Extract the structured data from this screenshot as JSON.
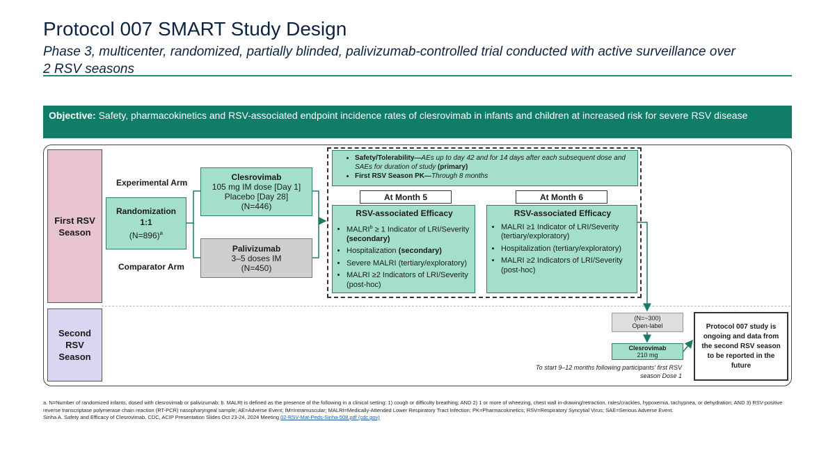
{
  "header": {
    "title": "Protocol 007 SMART Study Design",
    "subtitle": "Phase 3, multicenter, randomized, partially blinded, palivizumab-controlled trial conducted with active surveillance over 2 RSV seasons"
  },
  "objective": {
    "label": "Objective:",
    "text": "Safety, pharmacokinetics and RSV-associated endpoint incidence rates of clesrovimab in infants and children at increased risk for severe RSV disease"
  },
  "seasons": {
    "first": "First RSV Season",
    "second": "Second RSV Season"
  },
  "randomization": {
    "title": "Randomization",
    "ratio": "1:1",
    "n": "(N=896)",
    "sup": "a"
  },
  "arms": {
    "experimental_label": "Experimental Arm",
    "comparator_label": "Comparator Arm",
    "clesrovimab": {
      "title": "Clesrovimab",
      "line1": "105 mg IM dose [Day 1]",
      "line2": "Placebo [Day 28]",
      "n": "(N=446)"
    },
    "palivizumab": {
      "title": "Palivizumab",
      "line1": "3–5 doses IM",
      "n": "(N=450)"
    }
  },
  "safety": {
    "item1_bold": "Safety/Tolerability—",
    "item1_italic": "AEs up to day 42 and for 14 days after each subsequent dose and SAEs for duration of study",
    "item1_tag": "(primary)",
    "item2_bold": "First RSV Season PK—",
    "item2_italic": "Through 8 months"
  },
  "month5": {
    "label": "At Month 5",
    "heading": "RSV-associated Efficacy",
    "items": [
      {
        "text": "MALRI",
        "sup": "b",
        "rest": " ≥ 1 Indicator of LRI/Severity",
        "tag": "(secondary)"
      },
      {
        "text": "Hospitalization ",
        "tag": "(secondary)"
      },
      {
        "text": "Severe MALRI (tertiary/exploratory)"
      },
      {
        "text": "MALRI ≥2 Indicators of LRI/Severity (post-hoc)"
      }
    ]
  },
  "month6": {
    "label": "At Month 6",
    "heading": "RSV-associated Efficacy",
    "items": [
      "MALRI ≥1 Indicator of LRI/Severity (tertiary/exploratory)",
      "Hospitalization (tertiary/exploratory)",
      "MALRI ≥2 Indicators of LRI/Severity (post-hoc)"
    ]
  },
  "second_season": {
    "open_label_n": "(N=~300)",
    "open_label": "Open-label",
    "drug": "Clesrovimab",
    "dose": "210 mg",
    "note": "To start 9–12 months following participants' first RSV season Dose 1",
    "ongoing": "Protocol 007 study is ongoing and data from the second RSV season to be reported in the future"
  },
  "footnote": {
    "text": "a. N=Number of randomized infants, dosed with clesrovimab or palivizumab; b. MALRI is defined as the presence of the following in a clinical setting: 1) cough or difficulty breathing; AND 2) 1 or more of wheezing, chest wall in-drawing/retraction, rales/crackles, hypoxemia, tachypnea, or dehydration; AND 3) RSV-positive reverse transcriptase polymerase chain reaction (RT-PCR) nasopharyngeal sample; AE=Adverse Event; IM=Intramuscular; MALRI=Medically-Attended Lower Respiratory Tract Infection; PK=Pharmacokinetics; RSV=Respiratory Syncytial Virus; SAE=Serious Adverse Event.",
    "citation": "Sinha A. Safety and Efficacy of Clesrovimab. CDC, ACIP Presentation Slides Oct 23-24, 2024 Meeting",
    "link": "02-RSV-Mat-Peds-Sinha-508.pdf (cdc.gov)"
  },
  "colors": {
    "teal": "#0f7d68",
    "green_box": "#a4dfc9",
    "first_season": "#e8c4d3",
    "second_season": "#d9d6f2"
  }
}
